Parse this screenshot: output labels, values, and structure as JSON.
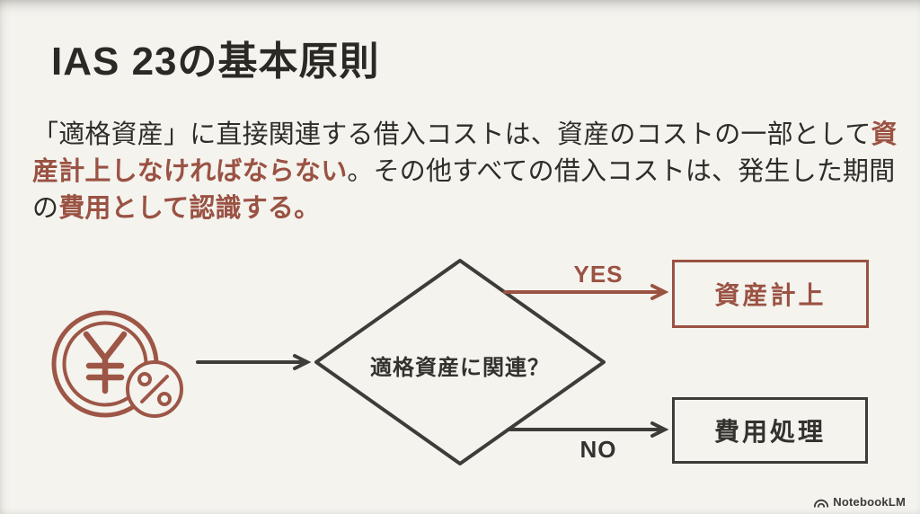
{
  "slide": {
    "title": "IAS 23の基本原則",
    "paragraph": {
      "seg1": "「適格資産」に直接関連する借入コストは、資産のコストの一部として",
      "seg2_red": "資産計上しなければならない",
      "seg3": "。その他すべての借入コストは、発生した期間の",
      "seg4_red": "費用として認識する。"
    },
    "flowchart": {
      "start_icon": "yen-coin-with-percent-icon",
      "decision_label": "適格資産に関連？",
      "yes_label": "YES",
      "no_label": "NO",
      "yes_result": "資産計上",
      "no_result": "費用処理"
    },
    "watermark": "NotebookLM",
    "colors": {
      "background": "#f4f3ee",
      "dark_text": "#2f2d29",
      "shape_stroke_dark": "#3e3c38",
      "accent_red": "#9a5243"
    }
  }
}
